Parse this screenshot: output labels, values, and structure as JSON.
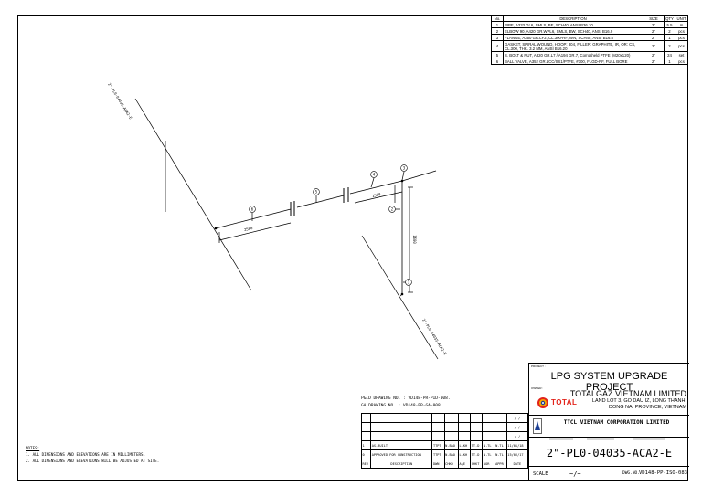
{
  "bom": {
    "headers": {
      "no": "No.",
      "desc": "DESCRIPTION",
      "size": "SIZE",
      "qty": "QTY",
      "unit": "UNIT"
    },
    "rows": [
      {
        "no": "1",
        "desc": "PIPE, A333 Gr.6, SMLS, BE, SCH40, ANSI B36.10",
        "size": "2\"",
        "qty": "5.5",
        "unit": "m"
      },
      {
        "no": "2",
        "desc": "ELBOW 90, A420 GR.WPL6, SMLS, BW, SCH40, ANSI B16.9",
        "size": "2\"",
        "qty": "2",
        "unit": "pcs"
      },
      {
        "no": "3",
        "desc": "FLANGE, A350 GR.LF2, CL.300-RF, WN, SCH40, ANSI B16.5",
        "size": "2\"",
        "qty": "1",
        "unit": "pcs"
      },
      {
        "no": "4",
        "desc": "GASKET, SPIRAL WOUND, HOOP: 304, FILLER: GRAPHITE, IR, OR: CS, CL.300, THK. 3.2 MM, ANSI B16.20",
        "size": "2\"",
        "qty": "2",
        "unit": "pcs"
      },
      {
        "no": "5",
        "desc": "S. BOLT & NUT, A320 GR.L7 / A194 GR.7, Corrosheld PTFE (M20x120)",
        "size": "2\"",
        "qty": "24",
        "unit": "set"
      },
      {
        "no": "6",
        "desc": "BALL VALVE, A352 GR.LCC/SS1/PTFE, #300, FLGD-RF, FULL BORE",
        "size": "2\"",
        "qty": "1",
        "unit": "pcs"
      }
    ]
  },
  "iso": {
    "label_upper": "2\"-PL0-04035-ACA2-E",
    "label_lower": "2\"-PL0-04035-ACA2-E",
    "dim_1": "2500",
    "dim_2": "1500",
    "dim_3": "1600",
    "balloons": [
      "6",
      "5",
      "4",
      "3",
      "2",
      "1"
    ]
  },
  "refs": {
    "pid": "P&ID DRAWING NO. : VD148-PR-PID-008.",
    "ga": "GA DRAWING NO. : VD148-PP-GA-008."
  },
  "notes": {
    "title": "NOTES:",
    "items": [
      "1. ALL DIMENSIONS AND ELEVATIONS ARE IN MILLIMETERS.",
      "2. ALL DIMENSIONS AND ELEVATIONS WILL BE ADJUSTED AT SITE."
    ]
  },
  "title_block": {
    "project_label": "PROJECT :",
    "project": "LPG SYSTEM UPGRADE PROJECT",
    "owner_label": "OWNER :",
    "owner_logo": "TOTAL",
    "owner_name": "TOTALGAZ VIETNAM LIMITED",
    "owner_addr1": "LAND LOT 3, GO DAU IZ, LONG THANH,",
    "owner_addr2": "DONG NAI PROVINCE, VIETNAM",
    "contractor": "TTCL VIETNAM CORPORATION LIMITED",
    "dwg_title": "2\"-PL0-04035-ACA2-E",
    "scale_label": "SCALE",
    "scale": "~/~",
    "dwgno_label": "DWG.NO.",
    "dwgno": "VD148-PP-ISO-083"
  },
  "revisions": {
    "header": [
      "REV",
      "DESCRIPTION",
      "DWN",
      "CHKD",
      "A/E",
      "CHKT",
      "AOR",
      "APPR",
      "DATE"
    ],
    "rows": [
      {
        "rev": "1",
        "desc": "AS-BUILT",
        "dwn": "TTPT",
        "chkd": "N.BAO",
        "ae": "L.KH",
        "chkt": "TT.D",
        "aor": "N.TL",
        "appr": "N.TL",
        "date": "11/01/18"
      },
      {
        "rev": "0",
        "desc": "APPROVED FOR CONSTRUCTION",
        "dwn": "TTPT",
        "chkd": "N.BAO",
        "ae": "L.KH",
        "chkt": "TT.D",
        "aor": "N.TL",
        "appr": "N.TL",
        "date": "15/06/17"
      }
    ],
    "blank_date": "/ /"
  },
  "colors": {
    "line": "#000000",
    "total_red": "#e2231a",
    "total_orange": "#f7a600",
    "total_blue": "#1c3f94"
  }
}
